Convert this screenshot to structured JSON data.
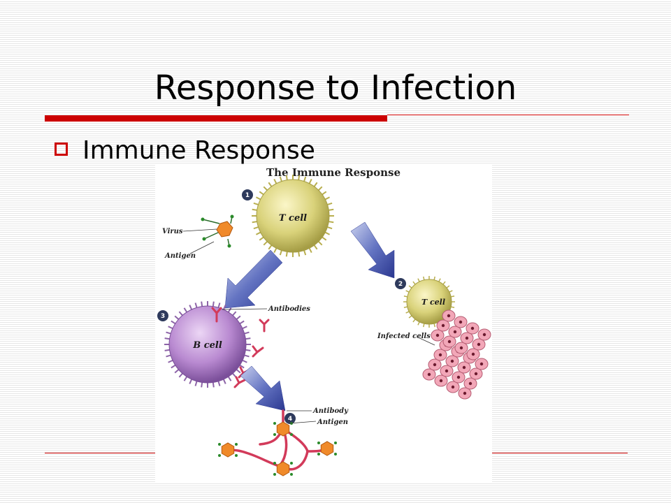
{
  "slide": {
    "title": "Response to Infection",
    "bullet": "Immune Response",
    "accent_color": "#cc0000"
  },
  "figure": {
    "title": "The Immune Response",
    "steps": [
      "1",
      "2",
      "3",
      "4"
    ],
    "labels": {
      "virus": "Virus",
      "antigen_top": "Antigen",
      "antibodies": "Antibodies",
      "infected_cells": "Infected cells",
      "antibody": "Antibody",
      "antigen_bottom": "Antigen"
    },
    "cells": {
      "t_cell_large": "T cell",
      "t_cell_small": "T cell",
      "b_cell": "B cell"
    },
    "colors": {
      "t_cell": "#d9d27a",
      "b_cell": "#b98ad1",
      "virus": "#f08a2a",
      "antibody": "#d23a5a",
      "arrow": "#3a4aa8",
      "infected": "#f2a7b8"
    }
  }
}
